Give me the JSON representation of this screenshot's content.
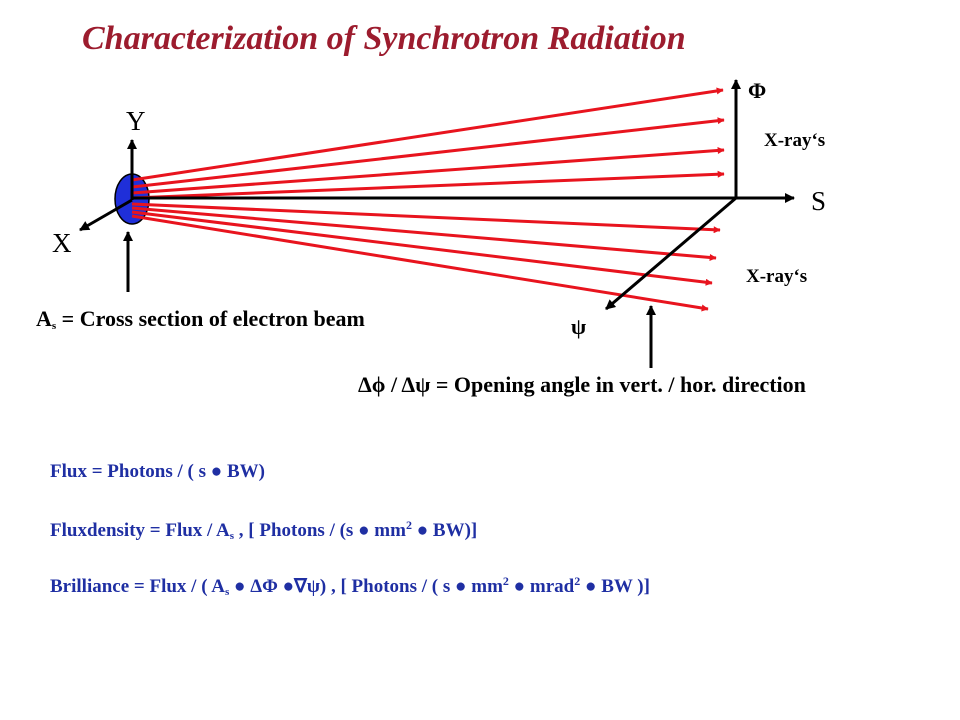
{
  "title": "Characterization of Synchrotron Radiation",
  "axes": {
    "y": "Y",
    "x": "X",
    "s": "S",
    "phi": "Φ",
    "psi": "ψ"
  },
  "xrays_upper": "X-ray‘s",
  "xrays_lower": "X-ray‘s",
  "beam_label": {
    "symbol": "A",
    "sub": "s",
    "rest": " = Cross section of electron beam"
  },
  "opening_label": "Δϕ / Δψ = Opening angle in vert. / hor. direction",
  "formulas": {
    "flux": "Flux = Photons / ( s ● BW)",
    "fluxdensity": {
      "a": "Fluxdensity = Flux / A",
      "sub": "s",
      "b": " , [ Photons / (s ● mm",
      "sup": "2",
      "c": " ● BW)]"
    },
    "brilliance": {
      "a": "Brilliance = Flux / ( A",
      "sub": "s",
      "b": " ● ΔΦ ●∇ψ) ,  [ Photons / ( s ● mm",
      "sup1": "2",
      "c": " ● mrad",
      "sup2": "2",
      "d": " ● BW )]"
    }
  },
  "colors": {
    "title": "#9c1c2e",
    "rays": "#e8141e",
    "beam": "#1f2fd9",
    "formula": "#1f2fa3"
  }
}
